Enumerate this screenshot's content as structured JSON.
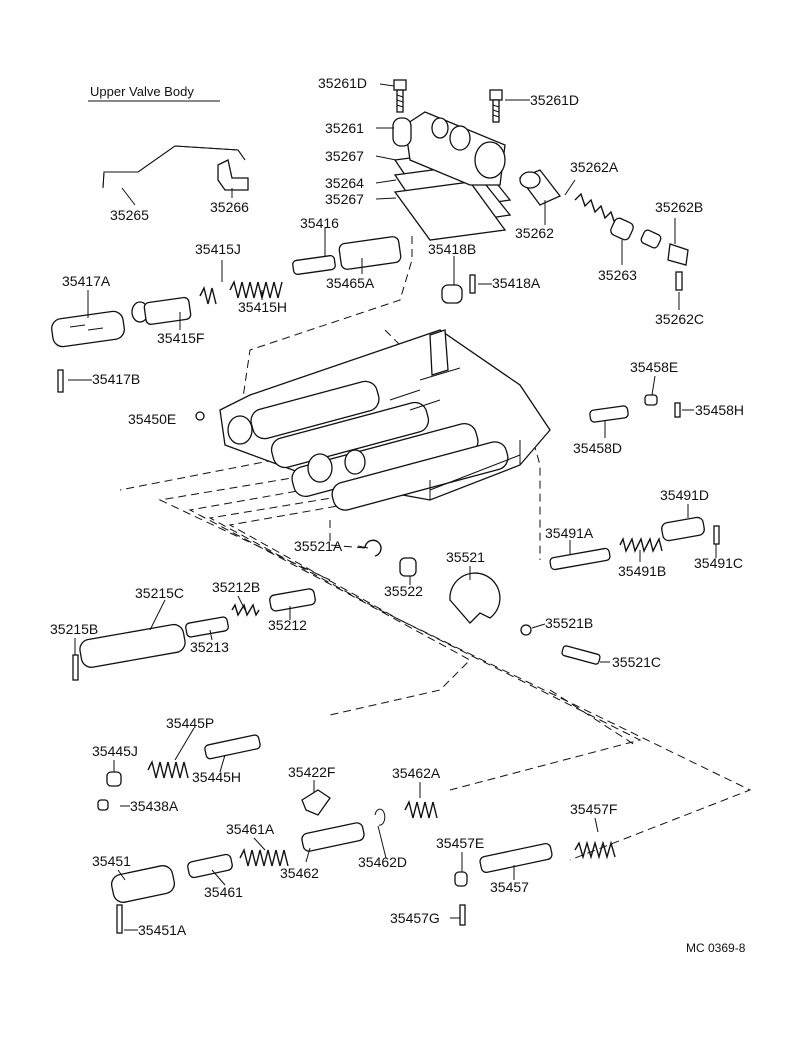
{
  "title": "Upper Valve Body",
  "code": "MC 0369-8",
  "labels": {
    "p35261D_a": "35261D",
    "p35261D_b": "35261D",
    "p35261": "35261",
    "p35267_a": "35267",
    "p35264": "35264",
    "p35267_b": "35267",
    "p35262A": "35262A",
    "p35262": "35262",
    "p35262B": "35262B",
    "p35263": "35263",
    "p35262C": "35262C",
    "p35265": "35265",
    "p35266": "35266",
    "p35416": "35416",
    "p35415J": "35415J",
    "p35418B": "35418B",
    "p35418A": "35418A",
    "p35417A": "35417A",
    "p35465A": "35465A",
    "p35415H": "35415H",
    "p35415F": "35415F",
    "p35417B": "35417B",
    "p35458E": "35458E",
    "p35458H": "35458H",
    "p35450E": "35450E",
    "p35458D": "35458D",
    "p35491D": "35491D",
    "p35491A": "35491A",
    "p35491B": "35491B",
    "p35491C": "35491C",
    "p35521A": "35521A",
    "p35521": "35521",
    "p35522": "35522",
    "p35521B": "35521B",
    "p35521C": "35521C",
    "p35215C": "35215C",
    "p35212B": "35212B",
    "p35215B": "35215B",
    "p35213": "35213",
    "p35212": "35212",
    "p35445P": "35445P",
    "p35445J": "35445J",
    "p35445H": "35445H",
    "p35438A": "35438A",
    "p35422F": "35422F",
    "p35462A": "35462A",
    "p35461A": "35461A",
    "p35457F": "35457F",
    "p35451": "35451",
    "p35462": "35462",
    "p35462D": "35462D",
    "p35457E": "35457E",
    "p35461": "35461",
    "p35457": "35457",
    "p35451A": "35451A",
    "p35457G": "35457G"
  }
}
